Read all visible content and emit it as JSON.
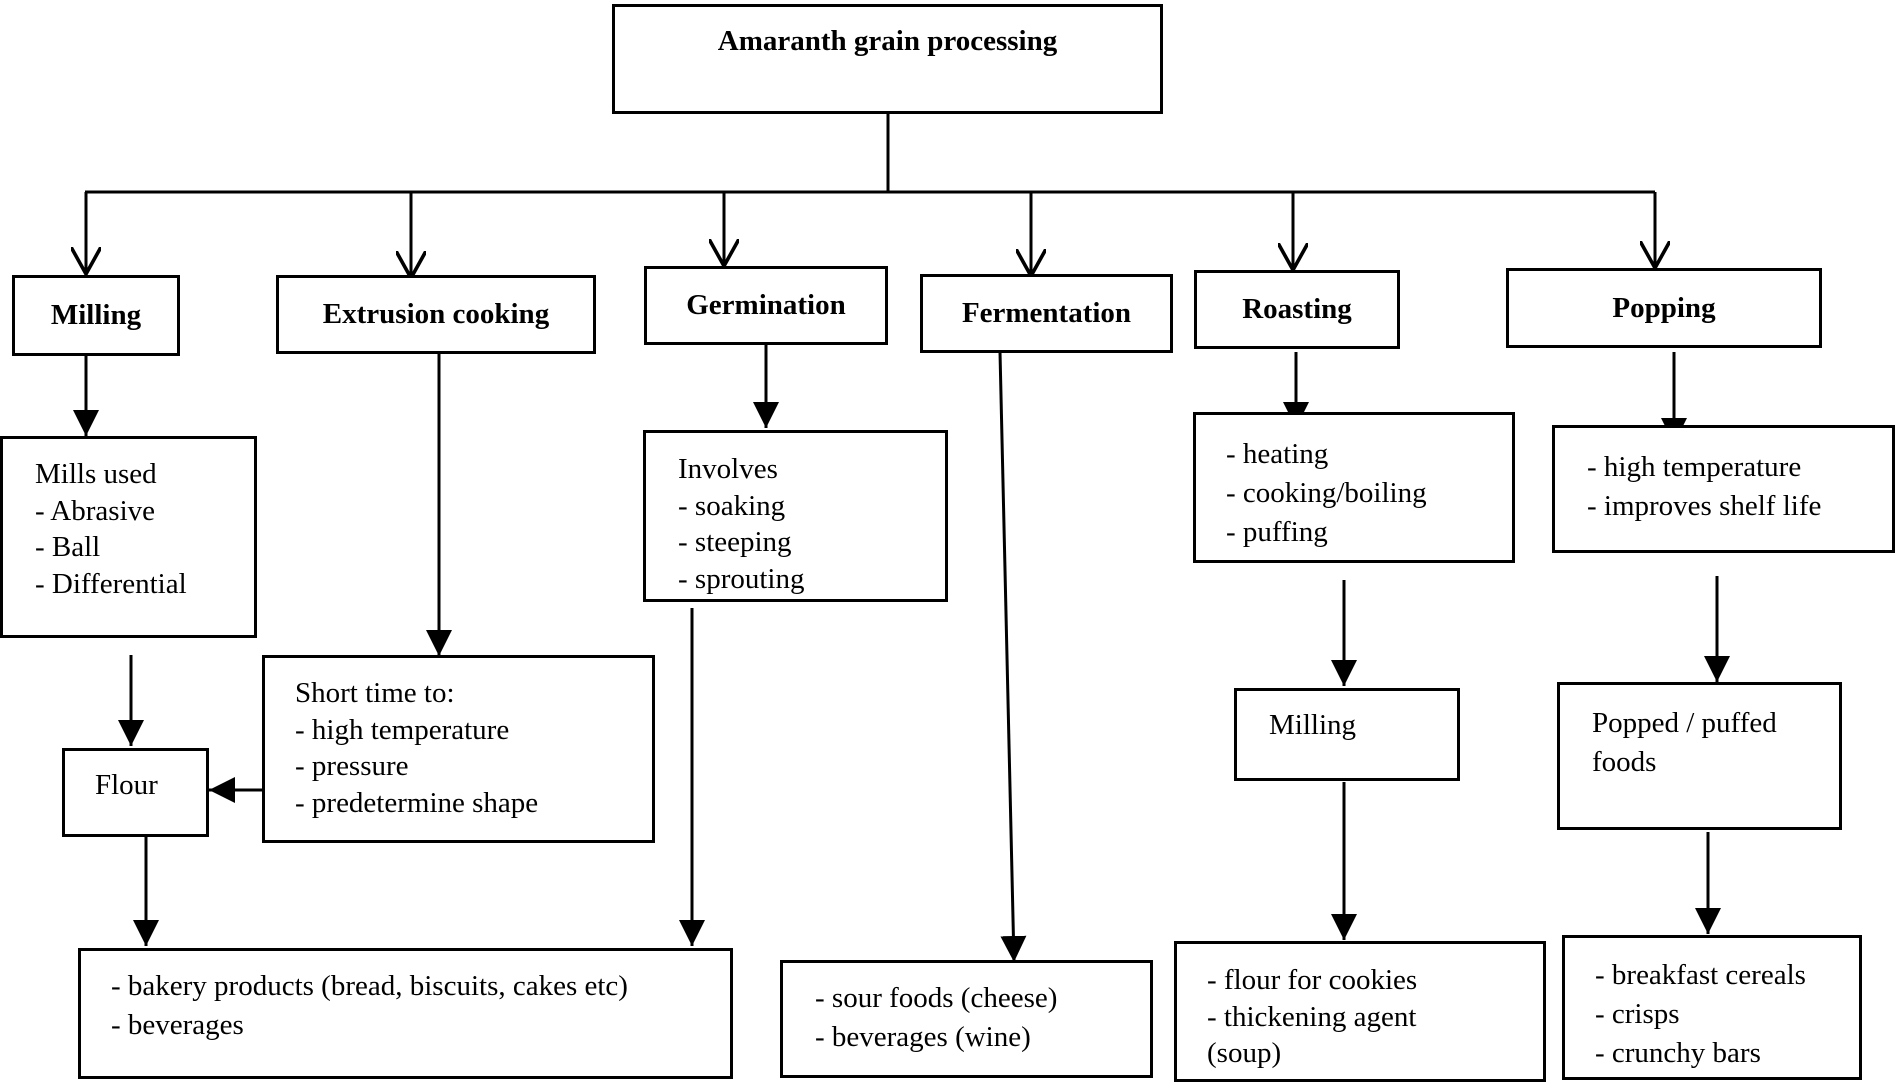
{
  "title": "Amaranth grain processing",
  "methods": {
    "milling": "Milling",
    "extrusion": "Extrusion cooking",
    "germination": "Germination",
    "fermentation": "Fermentation",
    "roasting": "Roasting",
    "popping": "Popping"
  },
  "details": {
    "mills": [
      "Mills used",
      "- Abrasive",
      "- Ball",
      "- Differential"
    ],
    "extrusion": [
      "Short time to:",
      "- high temperature",
      "- pressure",
      "- predetermine shape"
    ],
    "germination": [
      "Involves",
      "- soaking",
      "- steeping",
      "- sprouting"
    ],
    "roasting": [
      "- heating",
      "- cooking/boiling",
      "- puffing"
    ],
    "popping": [
      "- high temperature",
      "- improves shelf life"
    ]
  },
  "intermediates": {
    "flour": "Flour",
    "roast_milling": "Milling",
    "popped": [
      "Popped / puffed",
      "foods"
    ]
  },
  "products": {
    "bakery": [
      "- bakery products (bread, biscuits, cakes etc)",
      "- beverages"
    ],
    "fermented": [
      "- sour foods (cheese)",
      "- beverages (wine)"
    ],
    "roasted": [
      "- flour for cookies",
      "- thickening agent",
      "(soup)"
    ],
    "popped": [
      "- breakfast cereals",
      "- crisps",
      "- crunchy bars"
    ]
  }
}
